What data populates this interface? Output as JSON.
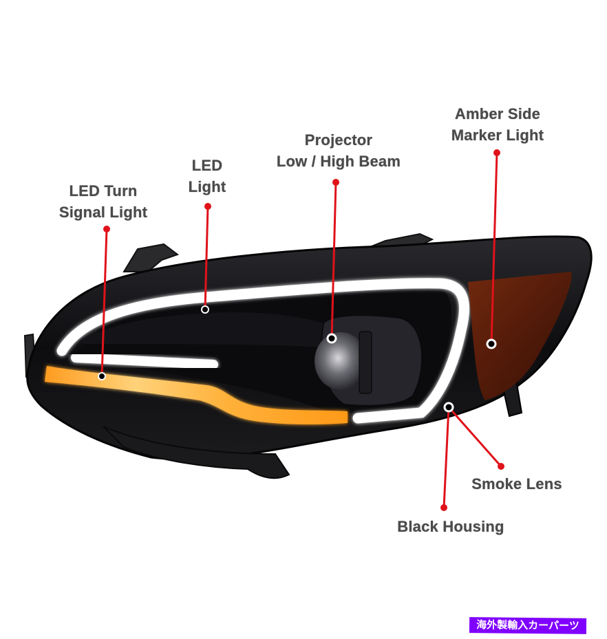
{
  "image": {
    "subject": "headlight-assembly",
    "colors": {
      "background": "#ffffff",
      "label_text": "#4a4a4a",
      "callout_line": "#e0121a",
      "callout_dot": "#e0121a",
      "housing": "#101012",
      "drl_light": "#ffffff",
      "turn_signal": "#ffb030",
      "side_marker": "#5a1a08",
      "watermark_bg": "#8000ff",
      "watermark_text": "#ffffff"
    }
  },
  "callouts": {
    "turn_signal": {
      "line1": "LED Turn",
      "line2": "Signal Light"
    },
    "led_light": {
      "line1": "LED",
      "line2": "Light"
    },
    "projector": {
      "line1": "Projector",
      "line2": "Low / High Beam"
    },
    "side_marker": {
      "line1": "Amber Side",
      "line2": "Marker Light"
    },
    "smoke_lens": {
      "line1": "Smoke Lens"
    },
    "black_housing": {
      "line1": "Black Housing"
    }
  },
  "watermark": {
    "text": "海外製輸入カーパーツ"
  }
}
